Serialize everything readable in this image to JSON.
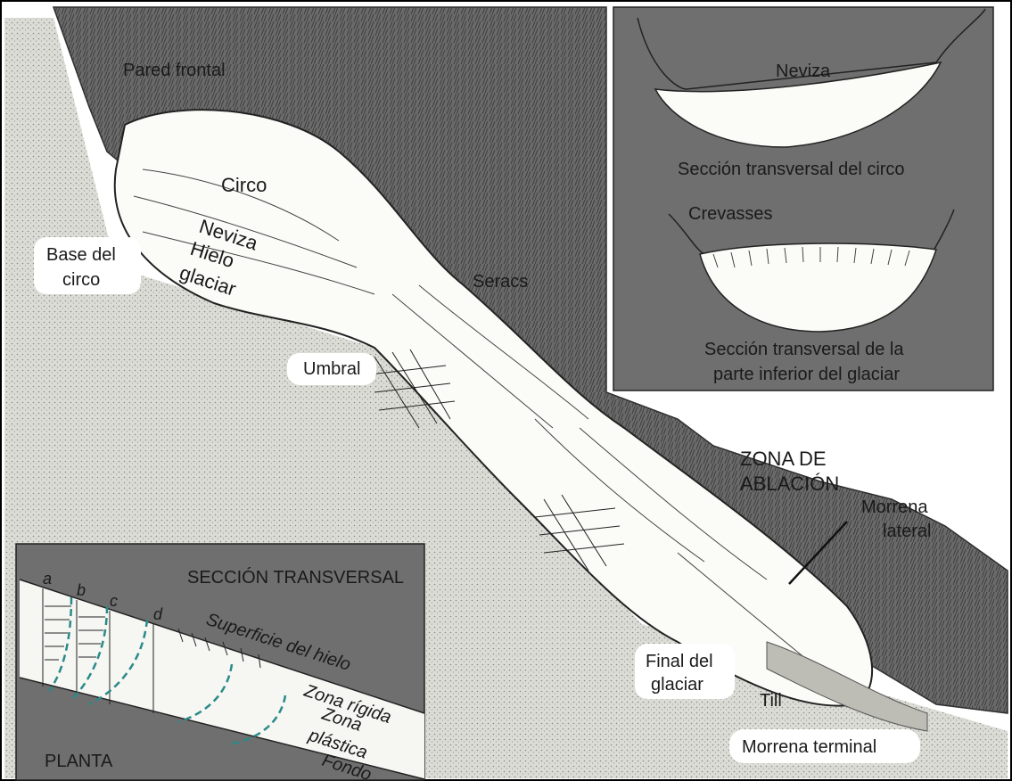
{
  "labels": {
    "pared_frontal": "Pared frontal",
    "circo": "Circo",
    "neviza": "Neviza",
    "hielo": "Hielo",
    "glaciar": "glaciar",
    "base_del": "Base del",
    "circo2": "circo",
    "seracs": "Seracs",
    "umbral": "Umbral",
    "zona_de": "ZONA DE",
    "ablacion": "ABLACIÓN",
    "morrena": "Morrena",
    "lateral": "lateral",
    "final_del": "Final del",
    "glaciar2": "glaciar",
    "till": "Till",
    "morrena_terminal": "Morrena terminal"
  },
  "inset_top": {
    "neviza": "Neviza",
    "circo_section": "Sección transversal del circo",
    "crevasses": "Crevasses",
    "lower_section_1": "Sección transversal de la",
    "lower_section_2": "parte inferior del glaciar"
  },
  "inset_bottom": {
    "title": "SECCIÓN TRANSVERSAL",
    "a": "a",
    "b": "b",
    "c": "c",
    "d": "d",
    "superficie": "Superficie del hielo",
    "zona_rigida": "Zona rígida",
    "zona": "Zona",
    "plastica": "plástica",
    "fondo": "Fondo",
    "planta": "PLANTA"
  },
  "colors": {
    "rock": "#6e6e6e",
    "ice": "#fbfbf7",
    "ground": "#d9d9d4",
    "accent_dash": "#2a8a8a"
  }
}
